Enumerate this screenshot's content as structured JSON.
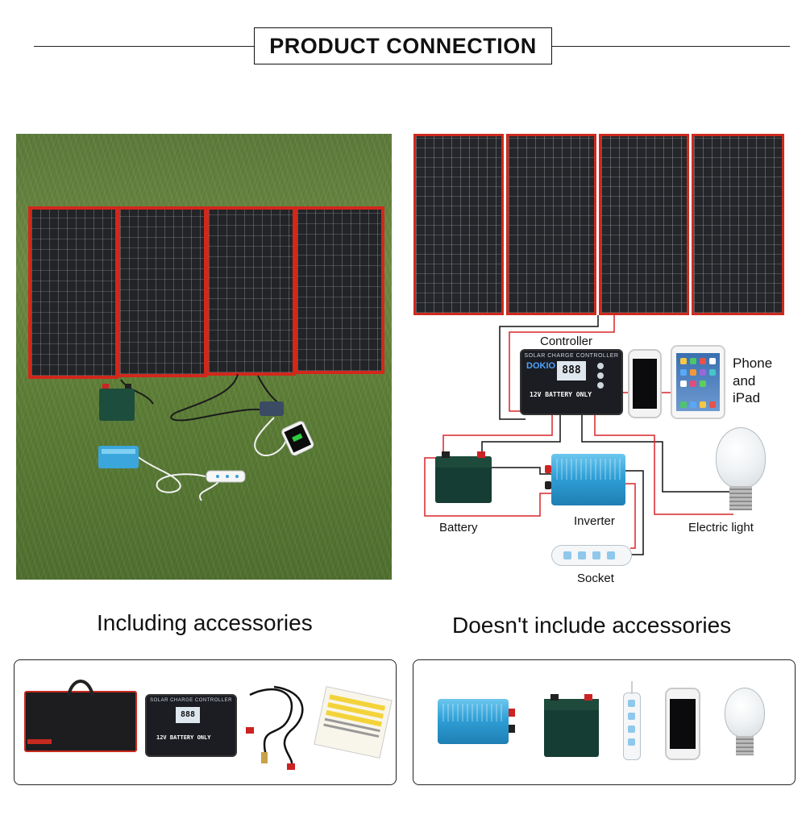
{
  "header": {
    "title": "PRODUCT CONNECTION"
  },
  "diagram": {
    "labels": {
      "controller": "Controller",
      "phone_ipad_1": "Phone",
      "phone_ipad_2": "and",
      "phone_ipad_3": "iPad",
      "battery": "Battery",
      "inverter": "Inverter",
      "electric_light": "Electric light",
      "socket": "Socket"
    },
    "controller_device": {
      "title": "SOLAR CHARGE CONTROLLER",
      "brand": "DOKIO",
      "display": "888",
      "battery_text": "12V BATTERY ONLY"
    }
  },
  "sections": {
    "including": "Including accessories",
    "not_included": "Doesn't include accessories"
  },
  "colors": {
    "panel_frame": "#d2281c",
    "wire_red": "#d9252a",
    "wire_black": "#111111",
    "inverter_blue": "#2f9fd6"
  },
  "icons": {
    "included": [
      "carry-bag-icon",
      "charge-controller-icon",
      "cables-icon",
      "manual-icon"
    ],
    "not_included": [
      "inverter-icon",
      "battery-icon",
      "power-strip-icon",
      "phone-icon",
      "light-bulb-icon"
    ]
  }
}
